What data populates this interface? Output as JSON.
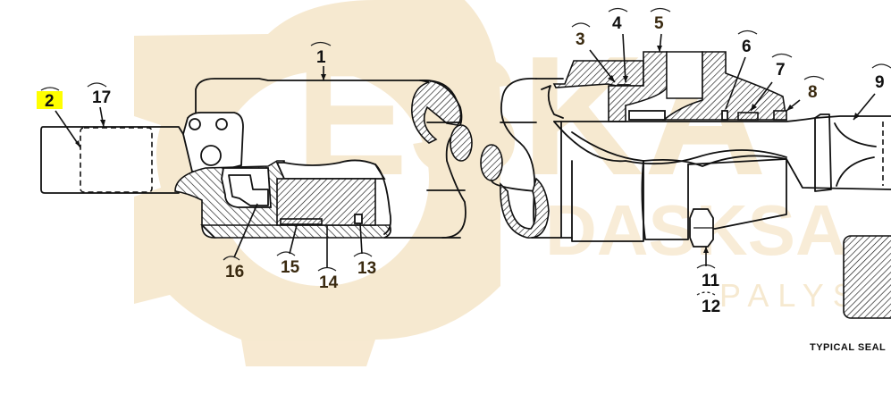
{
  "diagram": {
    "type": "exploded-section parts diagram",
    "subject": "swivel joint cross-section",
    "highlight_color": "#ffff00",
    "callouts": [
      {
        "id": "2",
        "label": "2",
        "highlighted": true
      },
      {
        "id": "17",
        "label": "17"
      },
      {
        "id": "1",
        "label": "1"
      },
      {
        "id": "16",
        "label": "16"
      },
      {
        "id": "15",
        "label": "15"
      },
      {
        "id": "14",
        "label": "14"
      },
      {
        "id": "13",
        "label": "13"
      },
      {
        "id": "3",
        "label": "3"
      },
      {
        "id": "4",
        "label": "4"
      },
      {
        "id": "5",
        "label": "5"
      },
      {
        "id": "6",
        "label": "6"
      },
      {
        "id": "7",
        "label": "7"
      },
      {
        "id": "8",
        "label": "8"
      },
      {
        "id": "9",
        "label": "9"
      },
      {
        "id": "11",
        "label": "11"
      },
      {
        "id": "12",
        "label": "12"
      }
    ],
    "caption": "TYPICAL SEAL"
  },
  "watermark": {
    "brand_main": "ESKA",
    "brand_secondary": "DASKSA",
    "brand_tertiary": "PALYS",
    "color": "#f6e7cc"
  }
}
